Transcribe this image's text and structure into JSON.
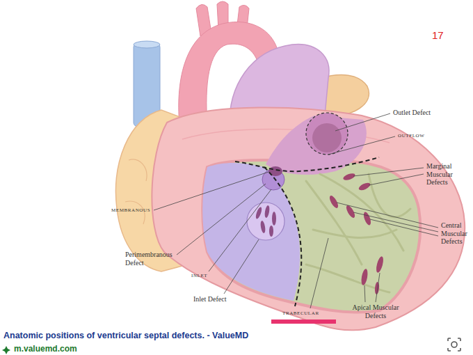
{
  "diagram": {
    "caption": "Anatomic positions of ventricular septal defects. - ValueMD",
    "labels": [
      "17",
      "Outlet Defect",
      "OUTFLOW",
      "Marginal Muscular Defects",
      "MEMBRANOUS",
      "Central Muscular Defects",
      "Perimembranous Defect",
      "INLET",
      "Inlet Defect",
      "TRABECULAR",
      "Apical Muscular Defects",
      "m.valuemd.com"
    ]
  }
}
